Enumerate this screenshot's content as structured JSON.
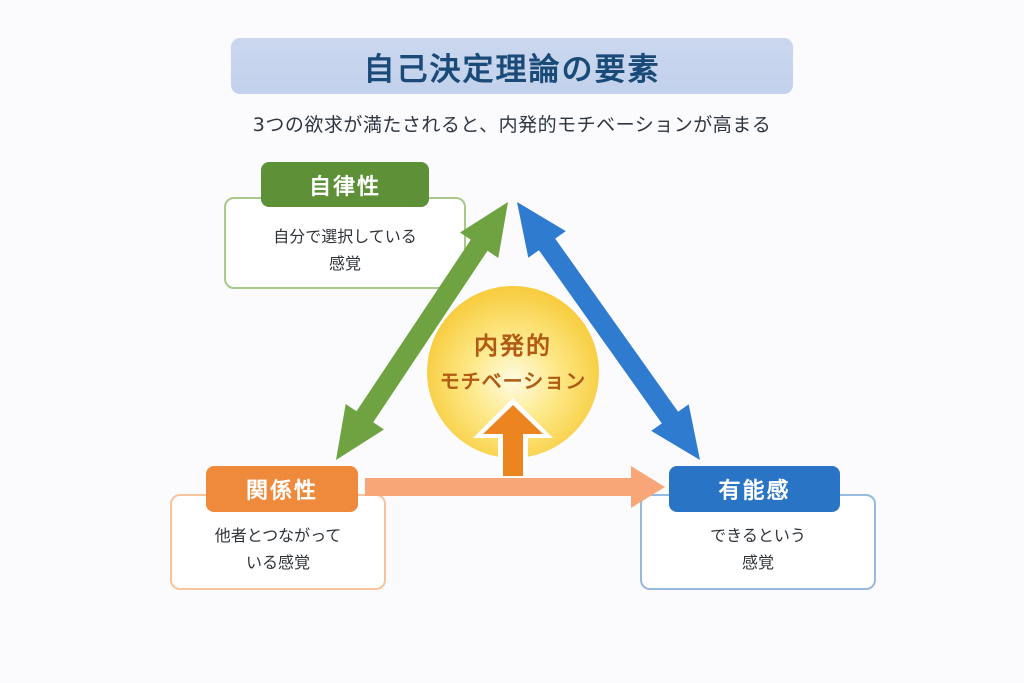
{
  "title": "自己決定理論の要素",
  "subtitle": "3つの欲求が満たされると、内発的モチベーションが高まる",
  "center": {
    "line1": "内発的",
    "line2": "モチベーション"
  },
  "needs": {
    "autonomy": {
      "label": "自律性",
      "description": "自分で選択している\n感覚",
      "color": "#5e9137",
      "border_color": "#a8c98a"
    },
    "relatedness": {
      "label": "関係性",
      "description": "他者とつながって\nいる感覚",
      "color": "#ef8a3c",
      "border_color": "#f7c39c"
    },
    "competence": {
      "label": "有能感",
      "description": "できるという\n感覚",
      "color": "#2a74c6",
      "border_color": "#98b9e0"
    }
  },
  "arrows": {
    "green": "#6fa342",
    "blue": "#2f7bd0",
    "peach": "#f8a677",
    "up": "#ec8420"
  }
}
